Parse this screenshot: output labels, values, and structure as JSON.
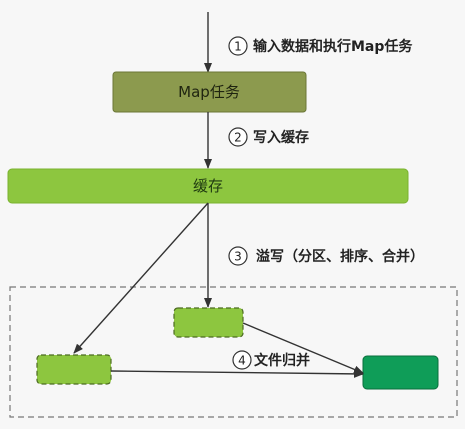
{
  "diagram": {
    "steps": [
      {
        "number": "1",
        "label": "输入数据和执行Map任务"
      },
      {
        "number": "2",
        "label": "写入缓存"
      },
      {
        "number": "3",
        "label": "溢写（分区、排序、合并）"
      },
      {
        "number": "4",
        "label": "文件归并"
      }
    ],
    "nodes": {
      "map_task": "Map任务",
      "cache": "缓存"
    },
    "colors": {
      "map_task_fill": "#8c9a4e",
      "cache_fill": "#8dc63f",
      "spill_file_fill": "#8dc63f",
      "merged_file_fill": "#0f9d58",
      "arrow": "#333333",
      "dashed_border": "#777777"
    }
  }
}
